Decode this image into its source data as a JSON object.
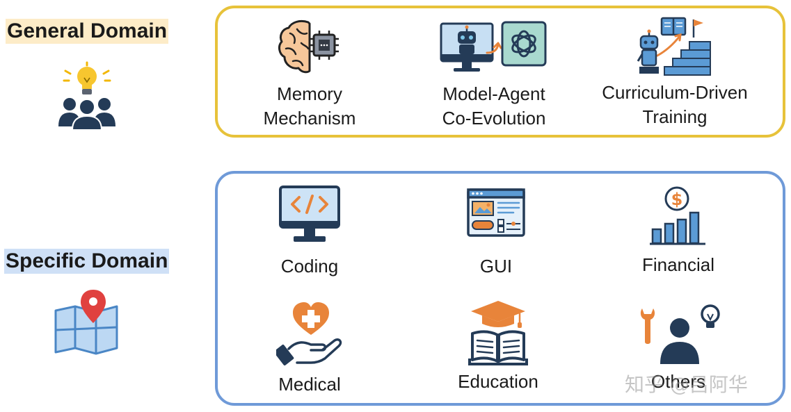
{
  "general": {
    "title": "General Domain",
    "items": [
      {
        "label": "Memory\nMechanism",
        "icon": "brain-chip-icon"
      },
      {
        "label": "Model-Agent\nCo-Evolution",
        "icon": "robot-monitor-openai-icon"
      },
      {
        "label": "Curriculum-Driven\nTraining",
        "icon": "robot-stairs-book-icon"
      }
    ]
  },
  "specific": {
    "title": "Specific Domain",
    "items": [
      {
        "label": "Coding",
        "icon": "code-monitor-icon"
      },
      {
        "label": "GUI",
        "icon": "gui-window-icon"
      },
      {
        "label": "Financial",
        "icon": "dollar-bar-chart-icon"
      },
      {
        "label": "Medical",
        "icon": "heart-hand-icon"
      },
      {
        "label": "Education",
        "icon": "graduation-book-icon"
      },
      {
        "label": "Others",
        "icon": "wrench-person-bulb-icon"
      }
    ]
  },
  "watermark": "知乎 @吕阿华",
  "colors": {
    "general_border": "#e7c23a",
    "specific_border": "#6f9ad8",
    "general_label_bg": "#fdecc8",
    "specific_label_bg": "#cfe0f6",
    "navy": "#243b57",
    "orange": "#e8843a"
  }
}
